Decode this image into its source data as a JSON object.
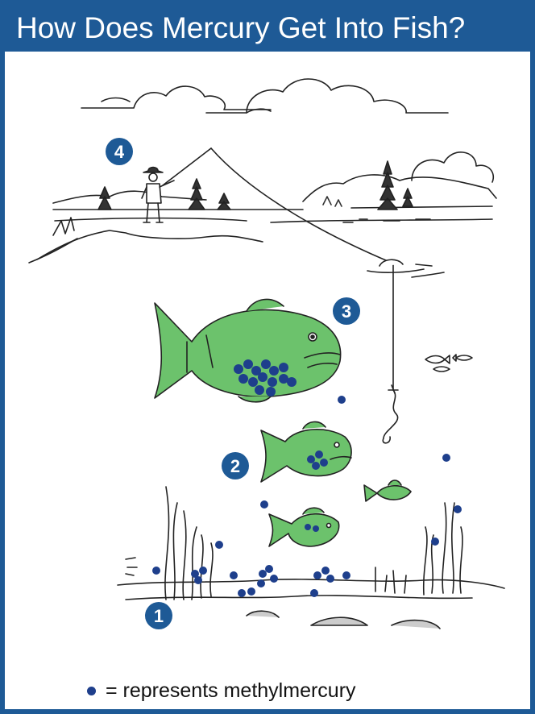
{
  "title": "How Does Mercury Get Into Fish?",
  "steps": [
    "1",
    "2",
    "3",
    "4"
  ],
  "legend": {
    "symbol": "•",
    "text": "= represents methylmercury"
  },
  "colors": {
    "frame": "#1e5a96",
    "badge": "#1e5a96",
    "fish_fill": "#6cc26c",
    "mercury_dot": "#1e3f8c"
  },
  "icons": [
    "fisherman-icon",
    "fishing-rod-icon",
    "hooked-worm-icon",
    "fish-icon",
    "water-plant-icon",
    "cloud-icon",
    "tree-icon",
    "methylmercury-dot-icon"
  ]
}
